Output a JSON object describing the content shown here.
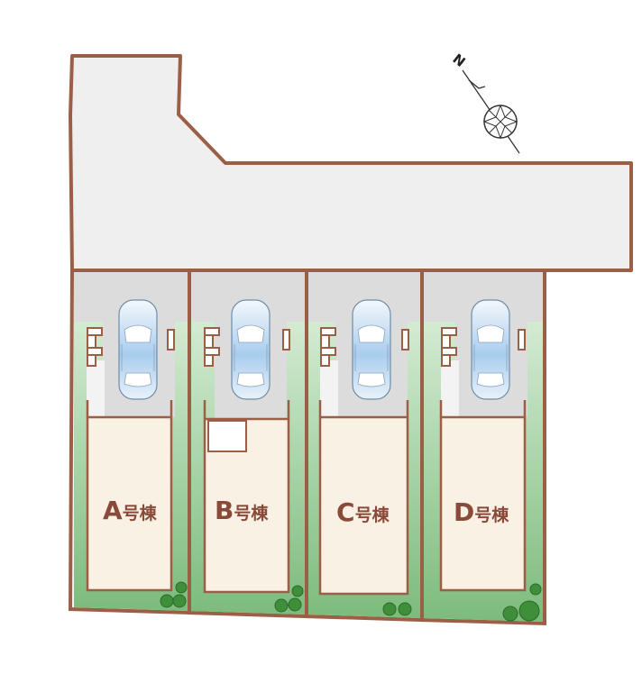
{
  "compass": {
    "label": "N"
  },
  "lots": [
    {
      "letter": "A",
      "suffix": "号棟"
    },
    {
      "letter": "B",
      "suffix": "号棟"
    },
    {
      "letter": "C",
      "suffix": "号棟"
    },
    {
      "letter": "D",
      "suffix": "号棟"
    }
  ],
  "colors": {
    "boundary": "#9b5f46",
    "road": "#efefef",
    "parking": "#dcdcdc",
    "garden": "#9ccc9c",
    "building": "#f8f1e4",
    "label": "#8a4a3a",
    "tree": "#3f8f3a",
    "car": "#9cc3e6"
  }
}
